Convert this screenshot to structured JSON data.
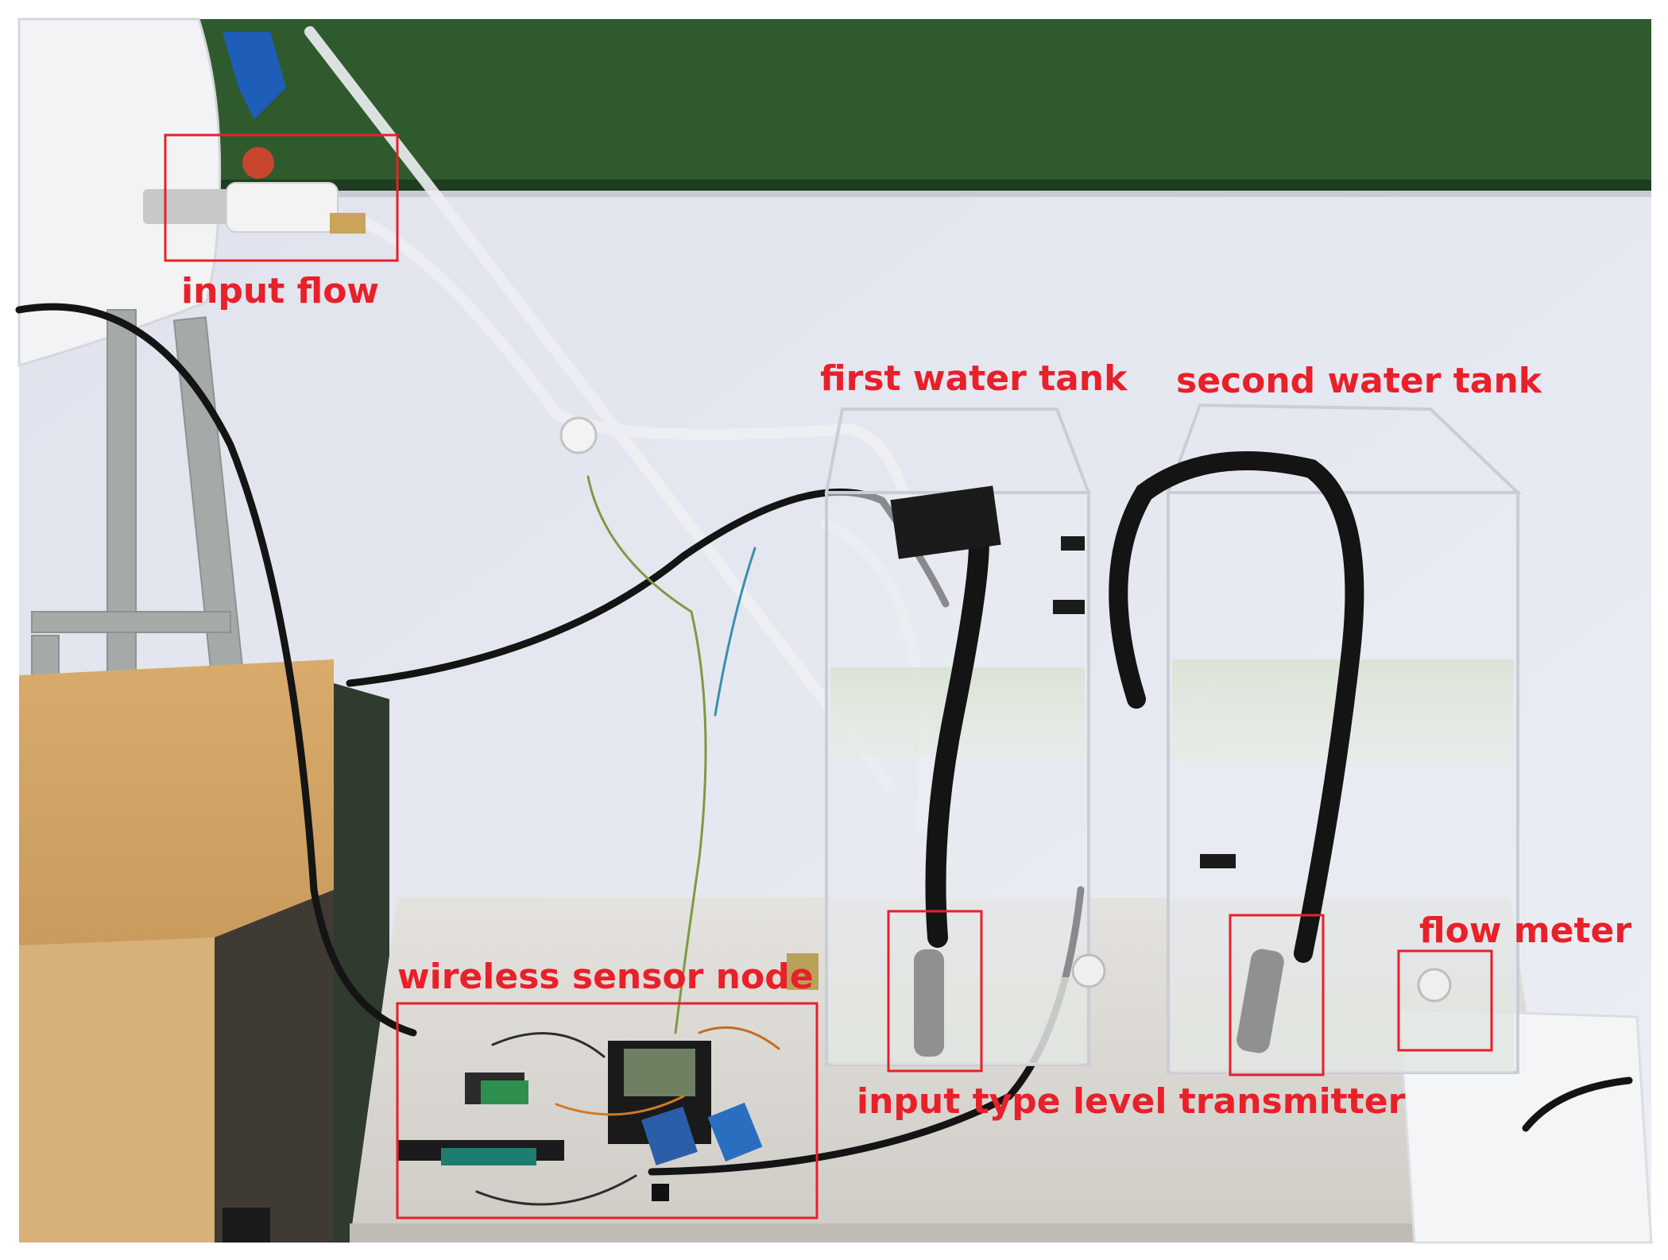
{
  "annotations": {
    "input_flow": "input flow",
    "first_water_tank": "first water tank",
    "second_water_tank": "second water tank",
    "flow_meter": "flow meter",
    "wireless_sensor_node": "wireless sensor node",
    "input_type_level_transmitter": "input type level transmitter"
  },
  "colors": {
    "annotation_red": "#e8202a",
    "chalkboard_green": "#2f5a2e",
    "wall": "#e6e8f2",
    "cabinet_wood": "#c79a5c",
    "table_top": "#dedcd7"
  }
}
